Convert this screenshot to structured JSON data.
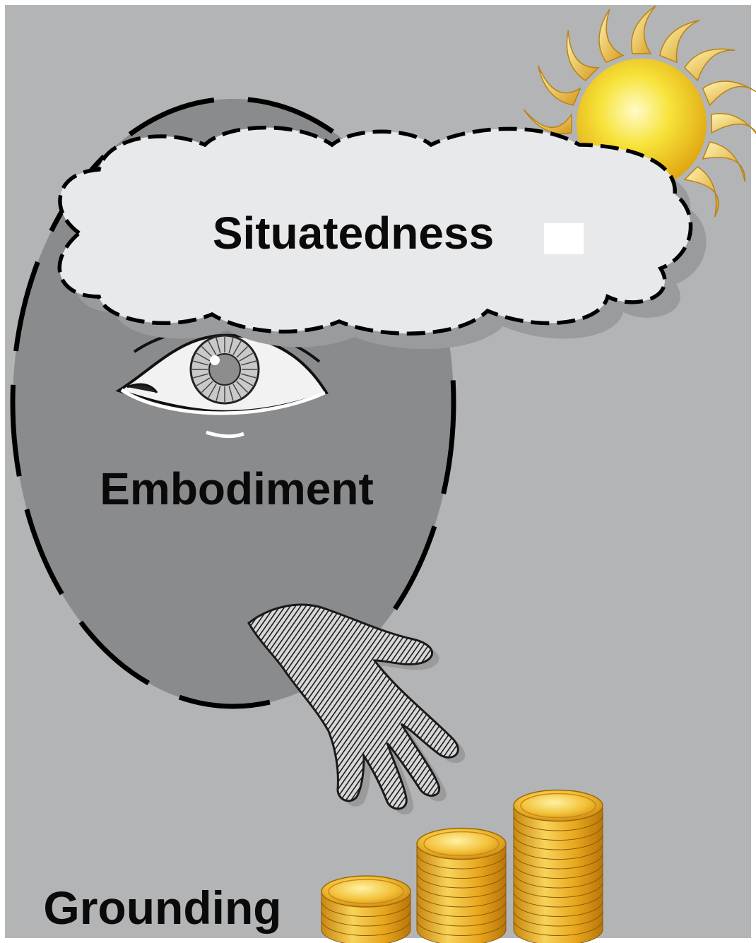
{
  "labels": {
    "situatedness": "Situatedness",
    "embodiment": "Embodiment",
    "grounding": "Grounding"
  },
  "icons": {
    "sun": "sun-icon",
    "cloud": "cloud-icon",
    "eye": "eye-icon",
    "hand": "hand-icon",
    "coins": "coin-stack-icon"
  },
  "colors": {
    "background": "#b3b4b6",
    "head": "#8a8b8d",
    "cloud": "#e8e9ea",
    "sun": "#f2d21a",
    "coin": "#e9a91c",
    "text": "#0a0a0a"
  }
}
